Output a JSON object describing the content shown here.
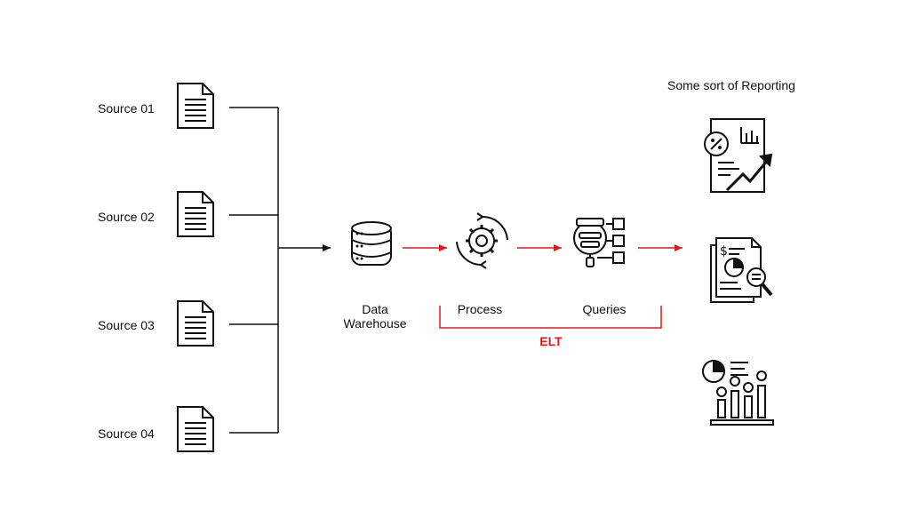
{
  "sources": [
    {
      "label": "Source 01"
    },
    {
      "label": "Source 02"
    },
    {
      "label": "Source 03"
    },
    {
      "label": "Source 04"
    }
  ],
  "stages": {
    "warehouse_line1": "Data",
    "warehouse_line2": "Warehouse",
    "process": "Process",
    "queries": "Queries"
  },
  "elt_label": "ELT",
  "reporting_title": "Some sort of Reporting",
  "colors": {
    "line": "#111111",
    "accent": "#e8161b"
  },
  "icons": {
    "source": "document-icon",
    "warehouse": "database-icon",
    "process": "gear-cycle-icon",
    "queries": "query-table-icon",
    "reports": [
      "report-chart-icon",
      "financial-report-icon",
      "dashboard-icon"
    ]
  }
}
